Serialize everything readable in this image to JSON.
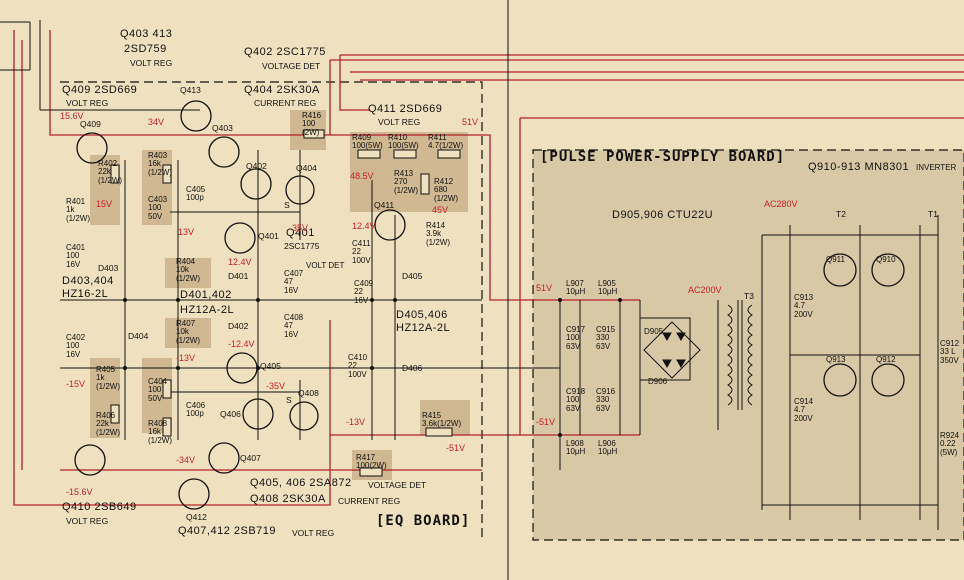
{
  "boards": {
    "eq": "[EQ BOARD]",
    "pulse": "[PULSE POWER-SUPPLY BOARD]"
  },
  "headers": {
    "q403": "Q403 413",
    "q403_part": "2SD759",
    "q403_role": "VOLT REG",
    "q402": "Q402 2SC1775",
    "q402_role": "VOLTAGE DET",
    "q409": "Q409 2SD669",
    "q409_role": "VOLT REG",
    "q404": "Q404 2SK30A",
    "q404_role": "CURRENT REG",
    "q411": "Q411 2SD669",
    "q411_role": "VOLT REG",
    "d403": "D403,404",
    "d403_part": "HZ16-2L",
    "d401": "D401,402",
    "d401_part": "HZ12A-2L",
    "d405": "D405,406",
    "d405_part": "HZ12A-2L",
    "q401_name": "Q401",
    "q401_part": "2SC1775",
    "q401_role": "VOLT DET",
    "q405_line": "Q405, 406 2SA872",
    "q405_role": "VOLTAGE DET",
    "q408_line": "Q408 2SK30A",
    "q408_role": "CURRENT REG",
    "q410": "Q410 2SB649",
    "q410_role": "VOLT REG",
    "q407_line": "Q407,412 2SB719",
    "q407_role": "VOLT REG",
    "q910": "Q910-913 MN8301",
    "q910_role": "INVERTER",
    "d905": "D905,906 CTU22U"
  },
  "voltages": {
    "v15_6": "15.6V",
    "v34": "34V",
    "v51_top": "51V",
    "v48_5": "48.5V",
    "v45": "45V",
    "v15": "15V",
    "v13": "13V",
    "v35": "35V",
    "v12_4": "12.4V",
    "v12_4b": "12.4V",
    "vm15": "-15V",
    "vm13": "-13V",
    "vm12_4": "-12.4V",
    "vm35": "-35V",
    "vm34": "-34V",
    "vm15_6": "-15.6V",
    "vm13b": "-13V",
    "vm51": "-51V",
    "vm51b": "-51V",
    "v51_pulse": "51V",
    "vm51_pulse": "-51V",
    "ac200": "AC200V",
    "ac280": "AC280V"
  },
  "components": {
    "r416": "R416\n100\n(2W)",
    "r409": "R409\n100(5W)",
    "r410": "R410\n100(5W)",
    "r411": "R411\n4.7(1/2W)",
    "r413": "R413\n270\n(1/2W)",
    "r412": "R412\n680\n(1/2W)",
    "r414": "R414\n3.9k\n(1/2W)",
    "c411": "C411\n22\n100V",
    "c409": "C409\n22\n16V",
    "c410": "C410\n22\n100V",
    "r402": "R402\n22k\n(1/2W)",
    "r403": "R403\n16k\n(1/2W)",
    "r401": "R401\n1k\n(1/2W)",
    "c403": "C403\n100\n50V",
    "c405": "C405\n100p",
    "c401": "C401\n100\n16V",
    "r404": "R404\n10k\n(1/2W)",
    "c407": "C407\n47\n16V",
    "c408": "C408\n47\n16V",
    "c402": "C402\n100\n16V",
    "r407": "R407\n10k\n(1/2W)",
    "r405": "R405\n1k\n(1/2W)",
    "c404": "C404\n100\n50V",
    "c406": "C406\n100p",
    "r406": "R406\n22k\n(1/2W)",
    "r408": "R408\n16k\n(1/2W)",
    "r415": "R415\n3.6k(1/2W)",
    "r417": "R417\n100(2W)",
    "l907": "L907\n10μH",
    "l905": "L905\n10μH",
    "c917": "C917\n100\n63V",
    "c915": "C915\n330\n63V",
    "c918": "C918\n100\n63V",
    "c916": "C916\n330\n63V",
    "l908": "L908\n10μH",
    "l906": "L906\n10μH",
    "c913": "C913\n4.7\n200V",
    "c914": "C914\n4.7\n200V",
    "c912": "C912\n33 L\n350V",
    "r924": "R924\n0.22\n(5W)"
  },
  "refs": {
    "q409": "Q409",
    "q413": "Q413",
    "q403": "Q403",
    "q402": "Q402",
    "q404": "Q404",
    "q411": "Q411",
    "q401": "Q401",
    "d401": "D401",
    "d403": "D403",
    "d404": "D404",
    "d405": "D405",
    "d406": "D406",
    "d402": "D402",
    "q405": "Q405",
    "q406": "Q406",
    "q407": "Q407",
    "q408": "Q408",
    "q410": "Q410",
    "q412": "Q412",
    "d905": "D905",
    "d906": "D906",
    "t3": "T3",
    "t2": "T2",
    "t1": "T1",
    "q911": "Q911",
    "q910": "Q910",
    "q913": "Q913",
    "q912": "Q912",
    "s": "S"
  }
}
